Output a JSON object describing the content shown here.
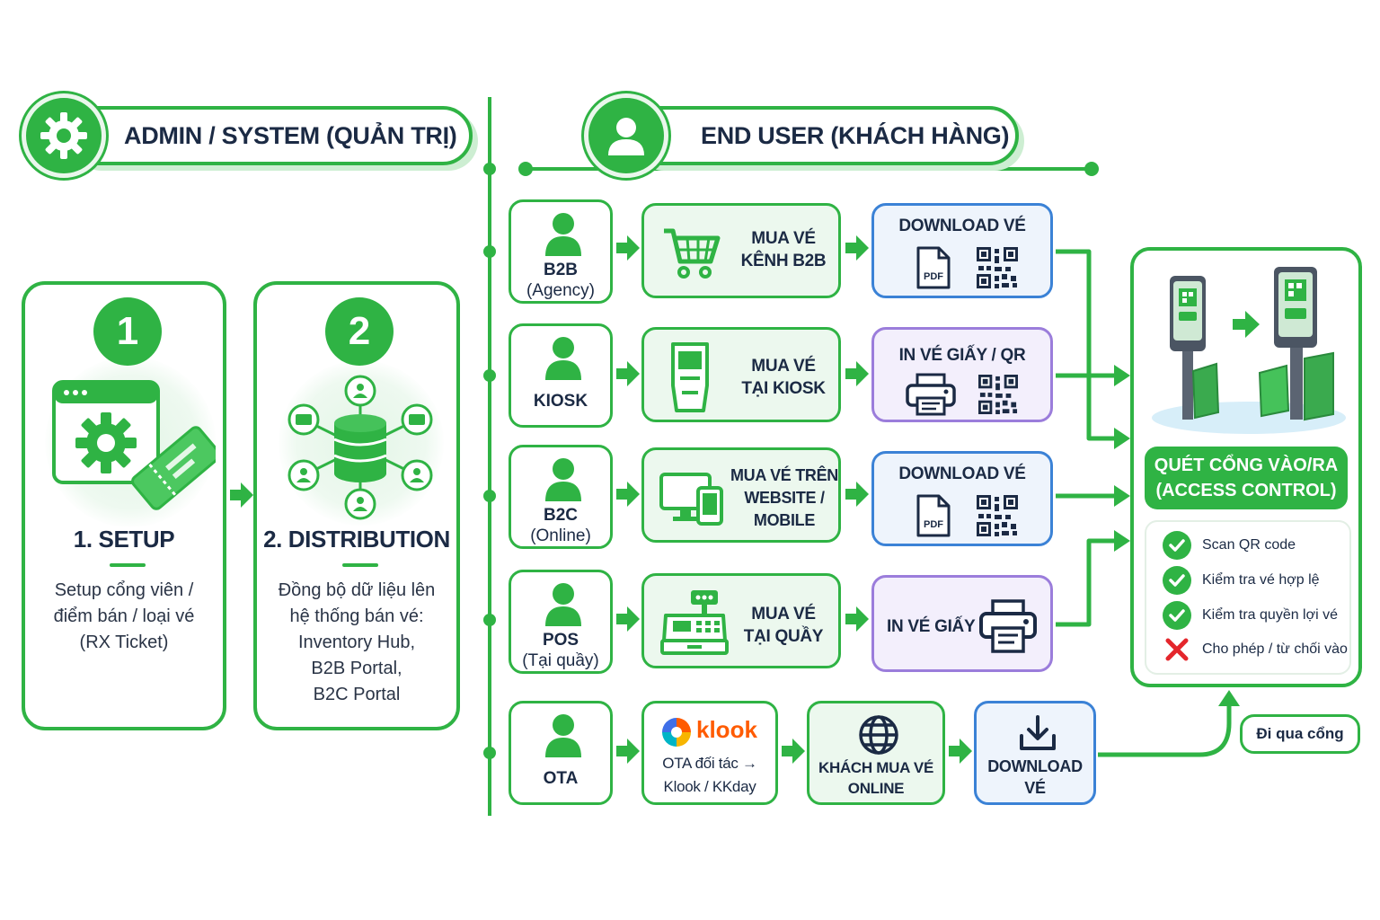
{
  "colors": {
    "accent": "#2fb344",
    "download": "#3b82d6",
    "print": "#9b7ddb",
    "deny": "#e4262c"
  },
  "admin": {
    "header": "ADMIN / SYSTEM (QUẢN TRỊ)",
    "header_icon": "gear-icon",
    "steps": [
      {
        "number": "1",
        "title": "1. SETUP",
        "description": "Setup cổng viên /\nđiểm bán / loại vé\n(RX Ticket)",
        "icon": "settings-window-ticket-icon"
      },
      {
        "number": "2",
        "title": "2. DISTRIBUTION",
        "description": "Đồng bộ dữ liệu lên\nhệ thống bán vé:\nInventory Hub,\nB2B Portal,\nB2C Portal",
        "icon": "database-network-icon"
      }
    ]
  },
  "enduser": {
    "header": "END USER (KHÁCH HÀNG)",
    "header_icon": "user-icon",
    "channels": [
      {
        "name": "B2B",
        "sub": "(Agency)",
        "purchase": "MUA VÉ\nKÊNH B2B",
        "purchase_icon": "cart-icon",
        "output": "DOWNLOAD VÉ",
        "output_type": "download",
        "output_icons": [
          "pdf-icon",
          "qr-icon"
        ]
      },
      {
        "name": "KIOSK",
        "sub": "",
        "purchase": "MUA VÉ\nTẠI KIOSK",
        "purchase_icon": "kiosk-icon",
        "output": "IN VÉ GIẤY / QR",
        "output_type": "print",
        "output_icons": [
          "printer-icon",
          "qr-icon"
        ]
      },
      {
        "name": "B2C",
        "sub": "(Online)",
        "purchase": "MUA VÉ TRÊN\nWEBSITE /\nMOBILE",
        "purchase_icon": "devices-icon",
        "output": "DOWNLOAD VÉ",
        "output_type": "download",
        "output_icons": [
          "pdf-icon",
          "qr-icon"
        ]
      },
      {
        "name": "POS",
        "sub": "(Tại quầy)",
        "purchase": "MUA VÉ\nTẠI QUẦY",
        "purchase_icon": "cash-register-icon",
        "output": "IN VÉ GIẤY",
        "output_type": "print",
        "output_icons": [
          "printer-icon"
        ]
      }
    ],
    "ota": {
      "name": "OTA",
      "logo": "klook",
      "partner": "OTA đối tác →\nKlook / KKday",
      "buy": "KHÁCH MUA VÉ\nONLINE",
      "download": "DOWNLOAD\nVÉ"
    },
    "pdf_label": "PDF"
  },
  "gate": {
    "title": "QUÉT CỔNG VÀO/RA\n(ACCESS CONTROL)",
    "checks": [
      {
        "text": "Scan QR code",
        "ok": true
      },
      {
        "text": "Kiểm tra vé hợp lệ",
        "ok": true
      },
      {
        "text": "Kiểm tra quyền lợi vé",
        "ok": true
      },
      {
        "text": "Cho phép / từ chối vào",
        "ok": false
      }
    ],
    "pass": "Đi qua cổng"
  }
}
